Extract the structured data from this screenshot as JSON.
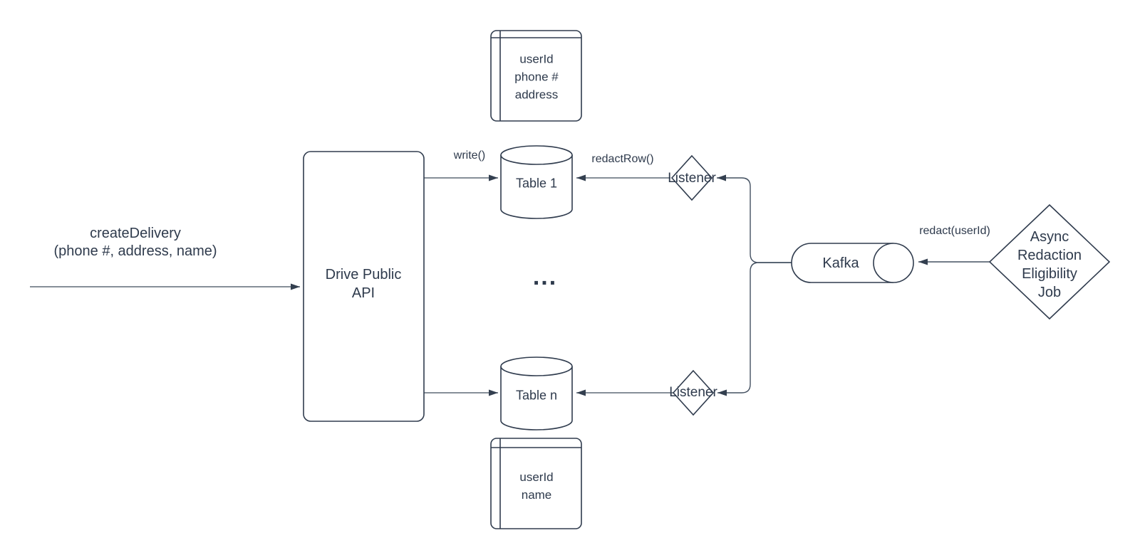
{
  "diagram": {
    "colors": {
      "background": "#ffffff",
      "shape_stroke": "#303c4e",
      "text": "#2e3a4c",
      "connector": "#5f6a77",
      "arrowhead": "#333f4f"
    },
    "nodes": {
      "api": {
        "label": "Drive Public\nAPI"
      },
      "card_top": {
        "label": "userId\nphone #\naddress"
      },
      "table_top": {
        "label": "Table 1"
      },
      "table_bottom": {
        "label": "Table n"
      },
      "card_bottom": {
        "label": "userId\nname"
      },
      "listener_top": {
        "label": "Listener"
      },
      "listener_bottom": {
        "label": "Listener"
      },
      "kafka": {
        "label": "Kafka"
      },
      "job": {
        "label": "Async\nRedaction\nEligibility\nJob"
      },
      "ellipsis": {
        "label": "..."
      }
    },
    "edges": {
      "create_delivery": {
        "label": "createDelivery\n(phone #, address, name)"
      },
      "write_top": {
        "label": "write()"
      },
      "redact_row_top": {
        "label": "redactRow()"
      },
      "redact_user_id": {
        "label": "redact(userId)"
      }
    }
  }
}
